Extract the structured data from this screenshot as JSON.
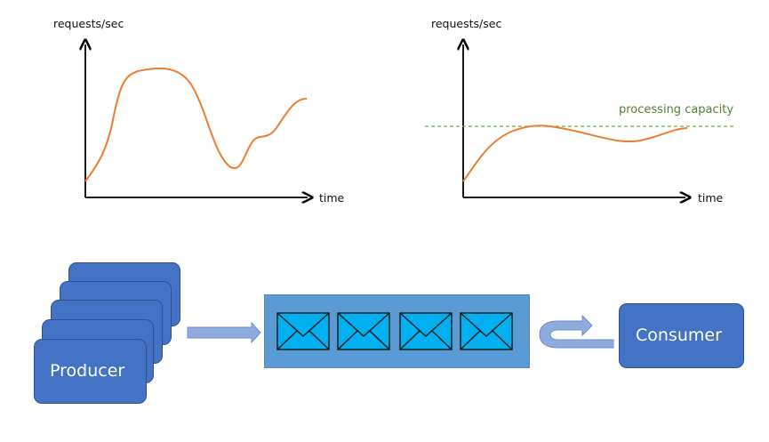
{
  "left_chart": {
    "y_axis_label": "requests/sec",
    "x_axis_label": "time"
  },
  "right_chart": {
    "y_axis_label": "requests/sec",
    "x_axis_label": "time",
    "threshold_label": "processing capacity"
  },
  "producer": {
    "label": "Producer"
  },
  "consumer": {
    "label": "Consumer"
  },
  "queue": {
    "message_count": 4
  },
  "colors": {
    "curve": "#ed7d31",
    "capacity_line": "#70ad47",
    "box_fill": "#4472c4",
    "queue_fill": "#5b9bd5",
    "envelope_fill": "#00b0f0",
    "arrow_fill": "#8faadc"
  },
  "icons": [
    "envelope-icon",
    "right-arrow-icon",
    "u-turn-arrow-icon"
  ]
}
